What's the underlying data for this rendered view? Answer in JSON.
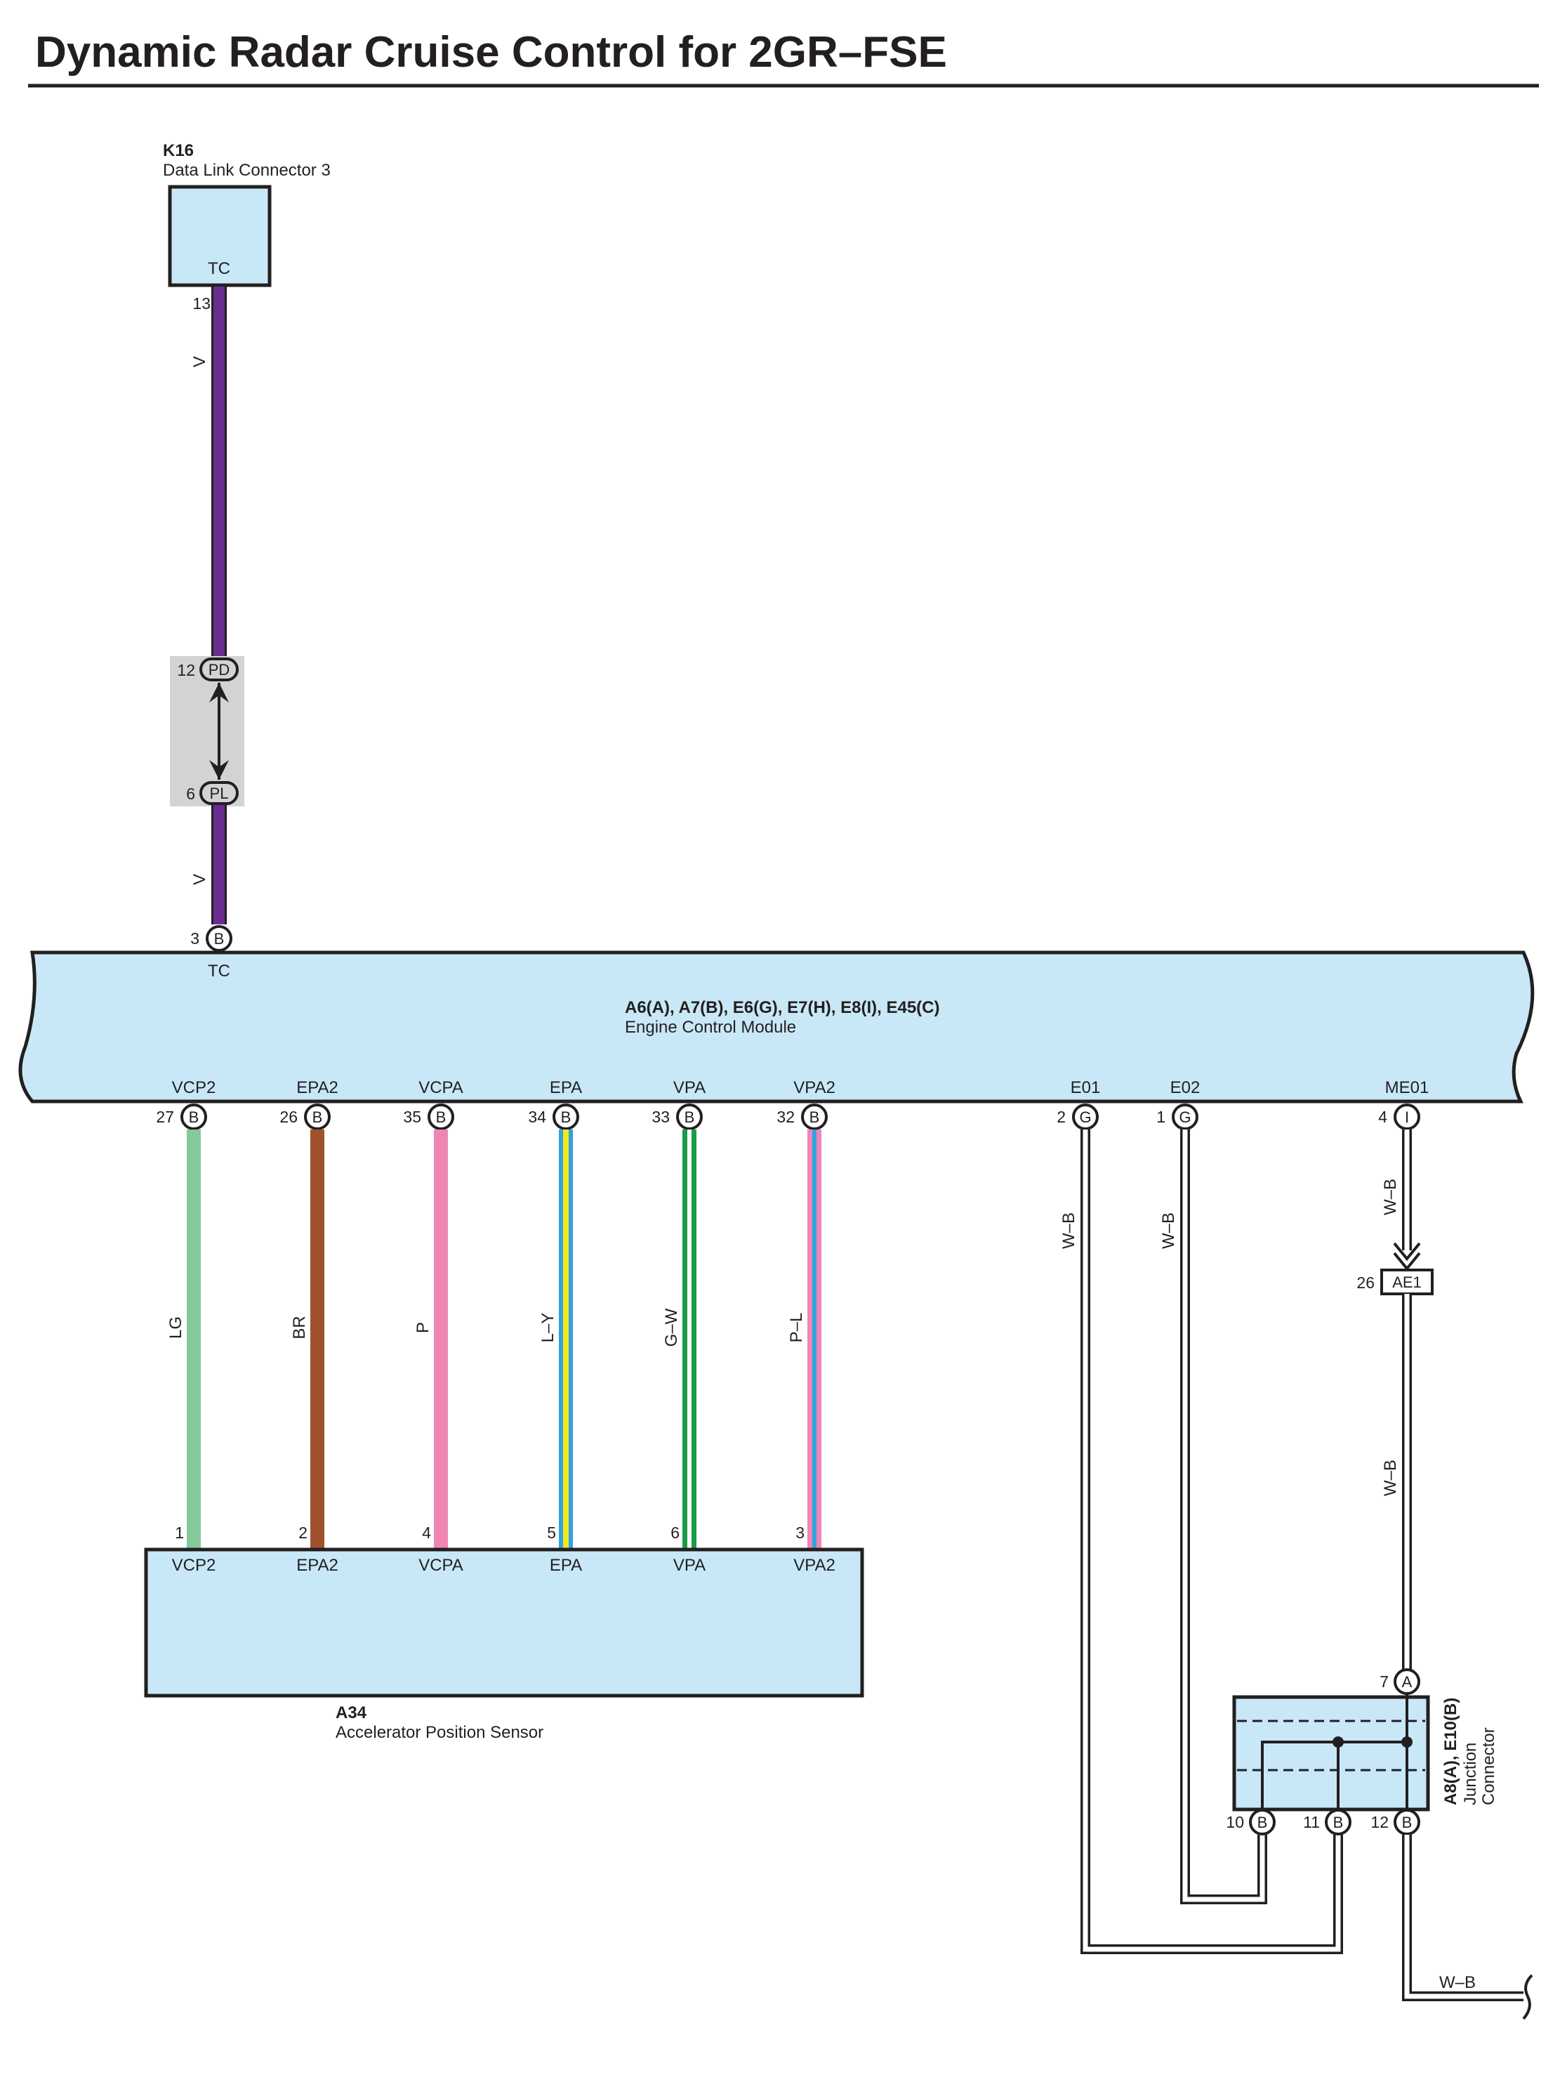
{
  "title": "Dynamic Radar Cruise Control for 2GR–FSE",
  "components": {
    "dlc": {
      "code": "K16",
      "name": "Data Link Connector 3",
      "terminal": "TC",
      "pin": "13"
    },
    "junction_pd_pl": {
      "top_pin": "12",
      "top_code": "PD",
      "bottom_pin": "6",
      "bottom_code": "PL"
    },
    "ecm": {
      "code": "A6(A), A7(B), E6(G), E7(H), E8(I), E45(C)",
      "name": "Engine Control Module",
      "tc_pin": "3",
      "tc_conn": "B",
      "tc_label": "TC",
      "terminals": [
        {
          "label": "VCP2",
          "pin": "27",
          "conn": "B"
        },
        {
          "label": "EPA2",
          "pin": "26",
          "conn": "B"
        },
        {
          "label": "VCPA",
          "pin": "35",
          "conn": "B"
        },
        {
          "label": "EPA",
          "pin": "34",
          "conn": "B"
        },
        {
          "label": "VPA",
          "pin": "33",
          "conn": "B"
        },
        {
          "label": "VPA2",
          "pin": "32",
          "conn": "B"
        },
        {
          "label": "E01",
          "pin": "2",
          "conn": "G"
        },
        {
          "label": "E02",
          "pin": "1",
          "conn": "G"
        },
        {
          "label": "ME01",
          "pin": "4",
          "conn": "I"
        }
      ]
    },
    "aps": {
      "code": "A34",
      "name": "Accelerator Position Sensor",
      "terminals": [
        {
          "label": "VCP2",
          "pin": "1"
        },
        {
          "label": "EPA2",
          "pin": "2"
        },
        {
          "label": "VCPA",
          "pin": "4"
        },
        {
          "label": "EPA",
          "pin": "5"
        },
        {
          "label": "VPA",
          "pin": "6"
        },
        {
          "label": "VPA2",
          "pin": "3"
        }
      ]
    },
    "ae1": {
      "pin": "26",
      "code": "AE1"
    },
    "junction_connector": {
      "code": "A8(A), E10(B)",
      "name_line1": "Junction",
      "name_line2": "Connector",
      "top_pin": "7",
      "top_conn": "A",
      "bottom_pins": [
        {
          "pin": "10",
          "conn": "B"
        },
        {
          "pin": "11",
          "conn": "B"
        },
        {
          "pin": "12",
          "conn": "B"
        }
      ]
    }
  },
  "wires": {
    "tc_upper": "V",
    "tc_lower": "V",
    "sensor": [
      "LG",
      "BR",
      "P",
      "L–Y",
      "G–W",
      "P–L"
    ],
    "e01": "W–B",
    "e02": "W–B",
    "me01_upper": "W–B",
    "me01_lower": "W–B",
    "ground_out": "W–B"
  },
  "colors": {
    "V": "#6b2c91",
    "LG": "#86c99c",
    "BR": "#a0522d",
    "P": "#ef85b5",
    "L": "#2ea3e0",
    "Y": "#f8e51c",
    "G": "#1a9b45",
    "W": "#ffffff",
    "box_fill": "#c8e8f8",
    "ink": "#231f20"
  }
}
